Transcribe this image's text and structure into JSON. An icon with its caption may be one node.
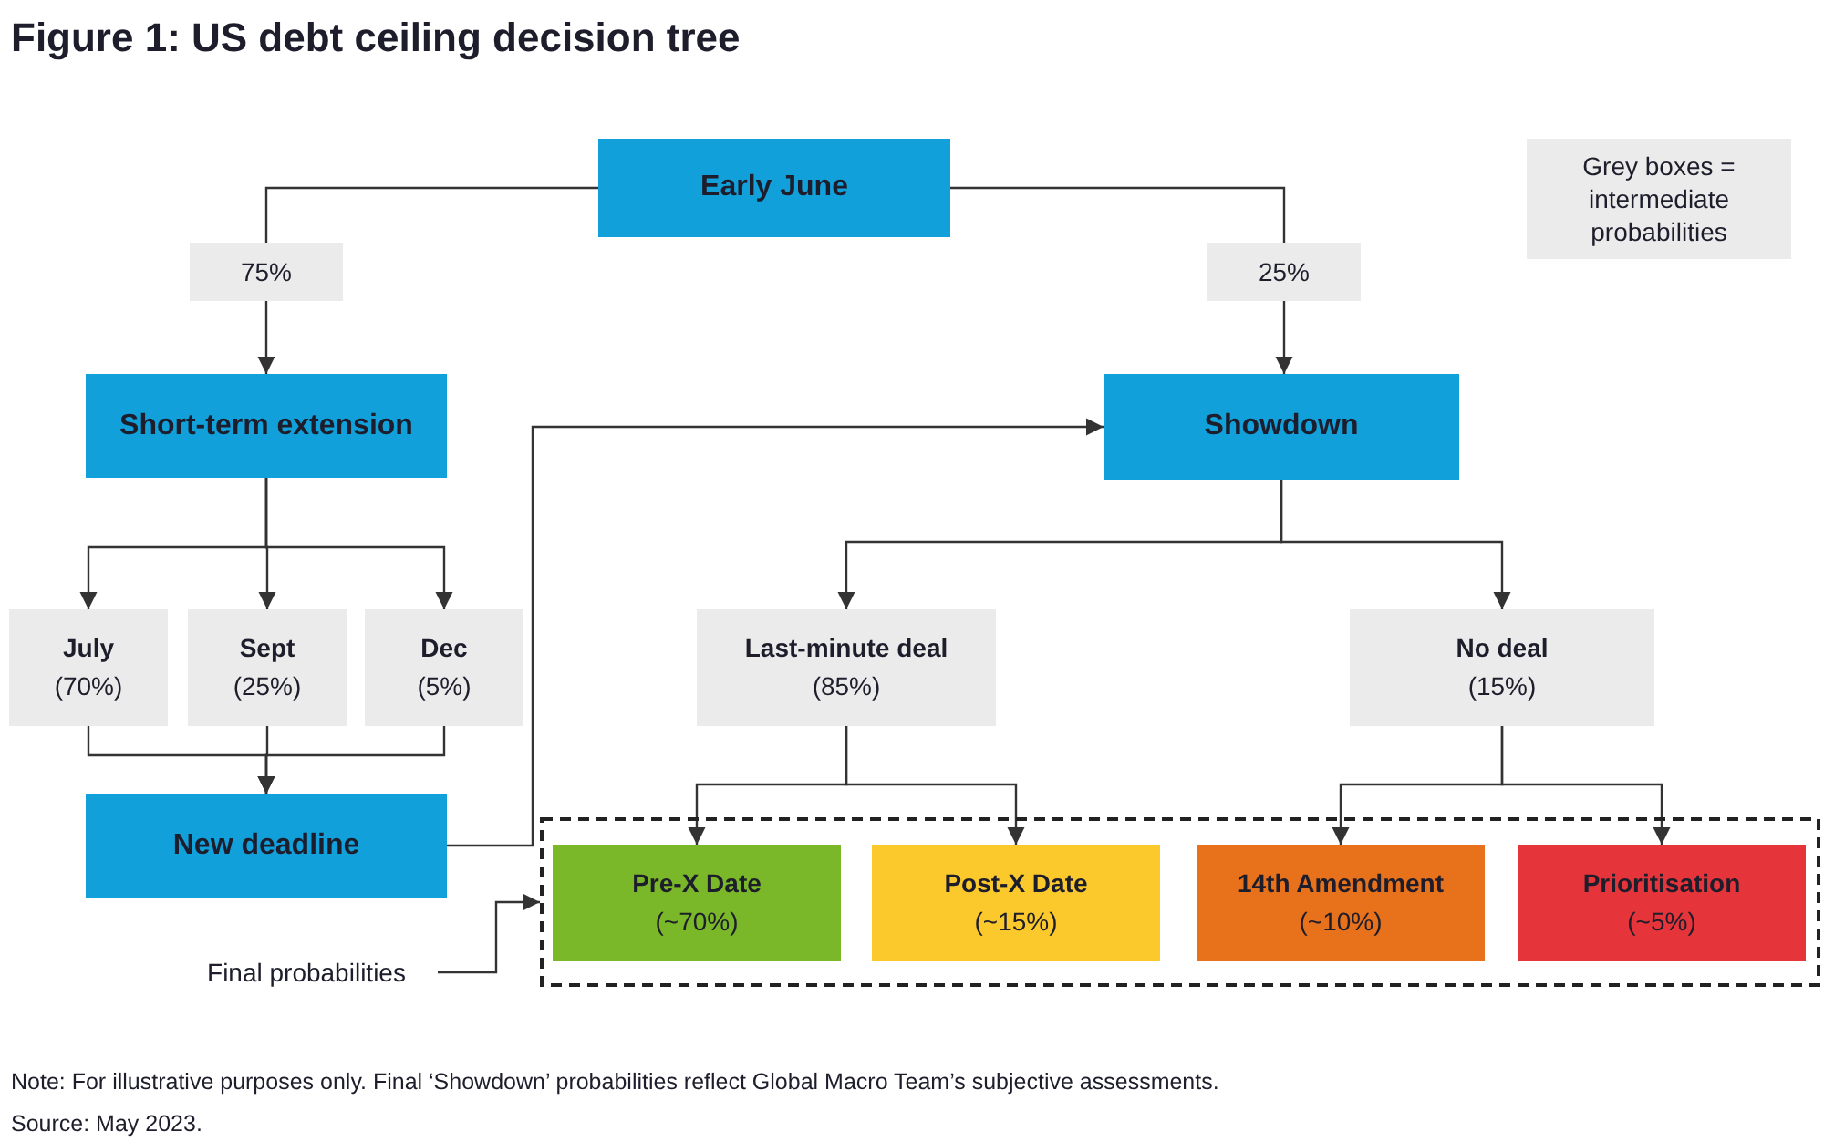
{
  "diagram": {
    "title": "Figure 1: US debt ceiling decision tree",
    "nodes": [
      {
        "text": [
          "Early June"
        ]
      },
      {
        "text": [
          "75%"
        ]
      },
      {
        "text": [
          "25%"
        ]
      },
      {
        "text": [
          "Short-term extension"
        ]
      },
      {
        "text": [
          "Showdown"
        ]
      },
      {
        "text": [
          "July",
          "(70%)"
        ]
      },
      {
        "text": [
          "Sept",
          "(25%)"
        ]
      },
      {
        "text": [
          "Dec",
          "(5%)"
        ]
      },
      {
        "text": [
          "Last-minute deal",
          "(85%)"
        ]
      },
      {
        "text": [
          "No deal",
          "(15%)"
        ]
      },
      {
        "text": [
          "New deadline"
        ]
      },
      {
        "text": [],
        "shape": "box"
      },
      {
        "text": [
          "Pre-X Date",
          "(~70%)"
        ],
        "in": 11
      },
      {
        "text": [
          "Post-X Date",
          "(~15%)"
        ],
        "in": 11
      },
      {
        "text": [
          "14th Amendment",
          "(~10%)"
        ],
        "in": 11
      },
      {
        "text": [
          "Prioritisation",
          "(~5%)"
        ],
        "in": 11
      },
      {
        "text": [
          "Final probabilities"
        ]
      },
      {
        "text": [
          "Grey boxes = intermediate probabilities"
        ]
      }
    ],
    "edges": [
      {
        "from": 0,
        "to": 1,
        "arrow": "none"
      },
      {
        "from": 1,
        "to": 3,
        "arrow": "to"
      },
      {
        "from": 0,
        "to": 2,
        "arrow": "none"
      },
      {
        "from": 2,
        "to": 4,
        "arrow": "to"
      },
      {
        "from": 3,
        "to": 5,
        "arrow": "to"
      },
      {
        "from": 3,
        "to": 6,
        "arrow": "to"
      },
      {
        "from": 3,
        "to": 7,
        "arrow": "to"
      },
      {
        "from": 5,
        "to": 10,
        "arrow": "to"
      },
      {
        "from": 6,
        "to": 10,
        "arrow": "to"
      },
      {
        "from": 7,
        "to": 10,
        "arrow": "to"
      },
      {
        "from": 10,
        "to": 4,
        "arrow": "to"
      },
      {
        "from": 4,
        "to": 8,
        "arrow": "to"
      },
      {
        "from": 4,
        "to": 9,
        "arrow": "to"
      },
      {
        "from": 8,
        "to": 12,
        "arrow": "to"
      },
      {
        "from": 8,
        "to": 13,
        "arrow": "to"
      },
      {
        "from": 9,
        "to": 14,
        "arrow": "to"
      },
      {
        "from": 9,
        "to": 15,
        "arrow": "to"
      },
      {
        "from": 16,
        "to": 11,
        "arrow": "to"
      }
    ],
    "labels": [
      "Note: For illustrative purposes only. Final ‘Showdown’ probabilities reflect Global Macro Team’s subjective assessments.",
      "Source: May 2023."
    ]
  }
}
